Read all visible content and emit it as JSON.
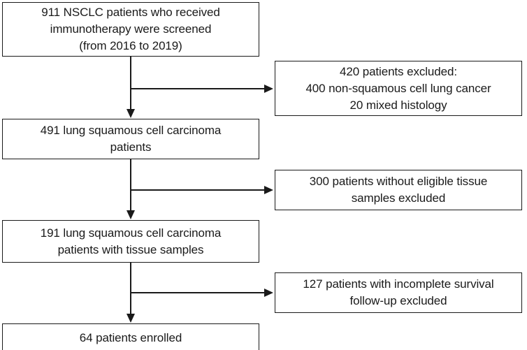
{
  "diagram": {
    "type": "patient-enrollment-flowchart",
    "title": "NSCLC immunotherapy patient screening and enrollment flow",
    "line_color": "#1a1a1a",
    "box_fill": "#ffffff",
    "background": "#ffffff"
  },
  "nodes": {
    "screened": {
      "label": "911 NSCLC patients who received\nimmunotherapy were screened\n(from 2016 to 2019)",
      "count": 911
    },
    "squamous": {
      "label": "491 lung squamous cell carcinoma\npatients",
      "count": 491
    },
    "tissue": {
      "label": "191 lung squamous cell carcinoma\npatients with tissue samples",
      "count": 191
    },
    "enrolled": {
      "label": "64 patients enrolled",
      "count": 64
    }
  },
  "exclusions": {
    "histology": {
      "label": "420 patients excluded:\n400 non-squamous cell lung cancer\n20 mixed histology",
      "count": 420,
      "breakdown": [
        {
          "reason": "non-squamous cell lung cancer",
          "count": 400
        },
        {
          "reason": "mixed histology",
          "count": 20
        }
      ]
    },
    "tissue": {
      "label": "300 patients without eligible tissue\nsamples excluded",
      "count": 300
    },
    "followup": {
      "label": "127 patients with incomplete survival\nfollow-up excluded",
      "count": 127
    }
  }
}
